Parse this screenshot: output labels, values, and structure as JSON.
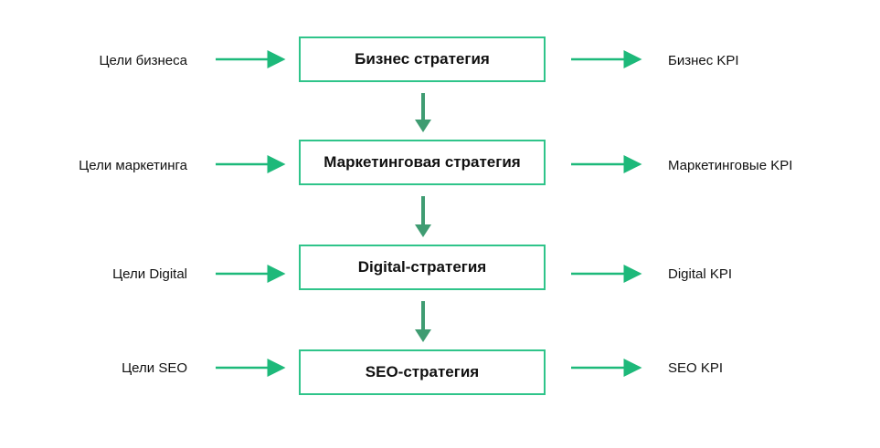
{
  "rows": [
    {
      "goal": "Цели бизнеса",
      "strategy": "Бизнес стратегия",
      "kpi": "Бизнес KPI"
    },
    {
      "goal": "Цели маркетинга",
      "strategy": "Маркетинговая стратегия",
      "kpi": "Маркетинговые KPI"
    },
    {
      "goal": "Цели Digital",
      "strategy": "Digital-стратегия",
      "kpi": "Digital KPI"
    },
    {
      "goal": "Цели SEO",
      "strategy": "SEO-стратегия",
      "kpi": "SEO KPI"
    }
  ],
  "colors": {
    "arrow": "#1db97a",
    "down_arrow": "#3f9c72",
    "box_border": "#2fc48a"
  }
}
